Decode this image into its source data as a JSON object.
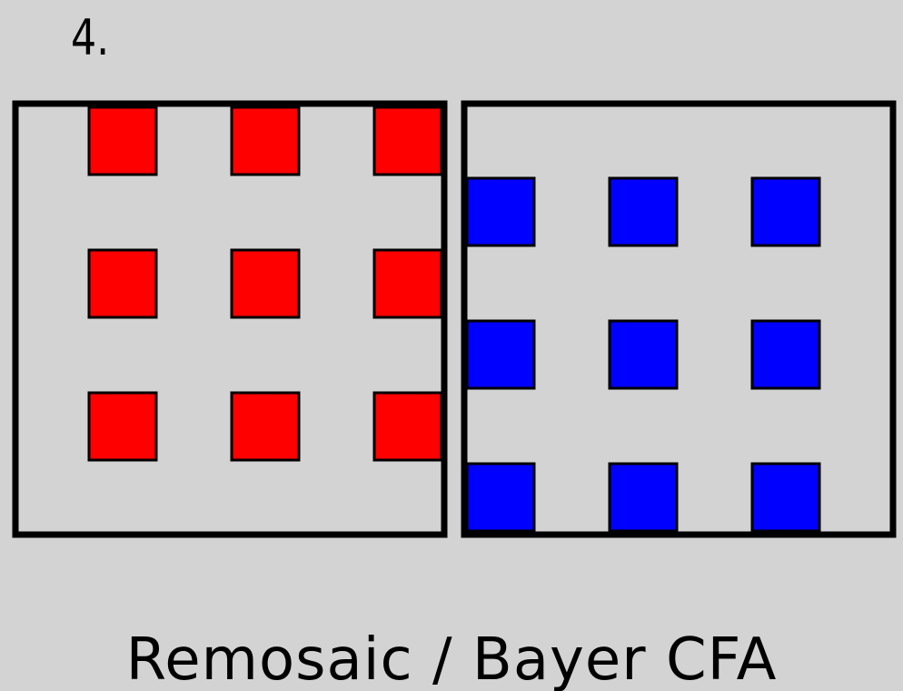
{
  "step_label": "4.",
  "caption": "Remosaic / Bayer CFA",
  "colors": {
    "background": "#d3d3d3",
    "outline": "#000000",
    "red_pixel": "#ff0000",
    "blue_pixel": "#0000ff"
  },
  "panels": [
    {
      "name": "red-channel-panel",
      "color_key": "red_pixel",
      "rows": 3,
      "cols": 3
    },
    {
      "name": "blue-channel-panel",
      "color_key": "blue_pixel",
      "rows": 3,
      "cols": 3
    }
  ]
}
